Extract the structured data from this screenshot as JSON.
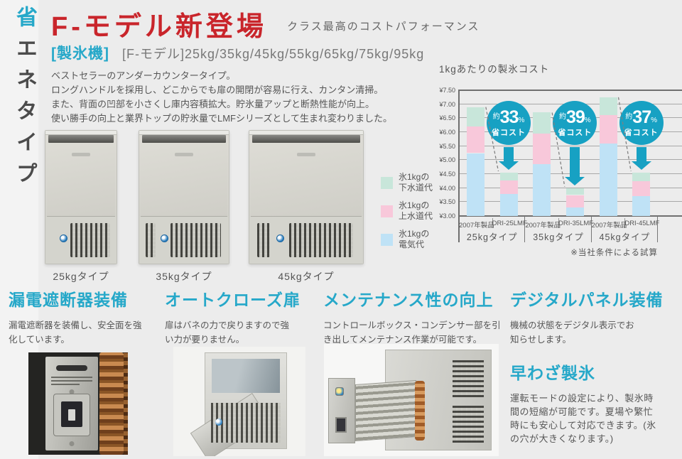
{
  "colors": {
    "page_bg": "#ececec",
    "side_strip": "#f3f3f3",
    "accent_cyan": "#26a8c9",
    "accent_red": "#c9252b",
    "text_dark": "#4b4b4b",
    "text_body": "#555555",
    "text_gray": "#787878",
    "chart_teal": "#17a1c3",
    "bar_blue": "#bfe2f6",
    "bar_pink": "#f8c8da",
    "bar_green": "#c8e6da",
    "gridline": "#a8a8a8",
    "axis_dark": "#6f6f6f"
  },
  "side_label": {
    "accent_char": "省",
    "rest_chars": "エネタイプ"
  },
  "header": {
    "title": "F-モデル新登場",
    "subtitle": "クラス最高のコストパフォーマンス",
    "category": "[製氷機]",
    "models": "[F-モデル]25kg/35kg/45kg/55kg/65kg/75kg/95kg",
    "description_lines": [
      "ベストセラーのアンダーカウンタータイプ。",
      "ロングハンドルを採用し、どこからでも扉の開閉が容易に行え、カンタン清掃。",
      "また、背面の凹部を小さくし庫内容積拡大。貯氷量アップと断熱性能が向上。",
      "使い勝手の向上と業界トップの貯氷量でLMFシリーズとして生まれ変わりました。"
    ]
  },
  "products": [
    {
      "caption": "25kgタイプ"
    },
    {
      "caption": "35kgタイプ"
    },
    {
      "caption": "45kgタイプ"
    }
  ],
  "chart_data": {
    "type": "bar",
    "stacked": true,
    "title": "1kgあたりの製氷コスト",
    "note": "※当社条件による試算",
    "ylim": [
      3.0,
      7.5
    ],
    "ytick_step": 0.5,
    "ytick_labels": [
      "¥7.50",
      "¥7.00",
      "¥6.50",
      "¥6.00",
      "¥5.50",
      "¥5.00",
      "¥4.50",
      "¥4.00",
      "¥3.50",
      "¥3.00"
    ],
    "series_legend": [
      {
        "line1": "氷1kgの",
        "line2": "下水道代",
        "color": "#c8e6da"
      },
      {
        "line1": "氷1kgの",
        "line2": "上水道代",
        "color": "#f8c8da"
      },
      {
        "line1": "氷1kgの",
        "line2": "電気代",
        "color": "#bfe2f6"
      }
    ],
    "groups": [
      {
        "label": "25kgタイプ",
        "badge": {
          "prefix": "約",
          "percent": "33",
          "unit": "%",
          "suffix": "省コスト"
        },
        "bars": [
          {
            "label": "2007年製品",
            "electric": 5.25,
            "water_top": 6.2,
            "total": 6.9
          },
          {
            "label": "DRI-25LMF",
            "electric": 3.8,
            "water_top": 4.28,
            "total": 4.55
          }
        ]
      },
      {
        "label": "35kgタイプ",
        "badge": {
          "prefix": "約",
          "percent": "39",
          "unit": "%",
          "suffix": "省コスト"
        },
        "bars": [
          {
            "label": "2007年製品",
            "electric": 4.85,
            "water_top": 5.95,
            "total": 6.7
          },
          {
            "label": "DRI-35LMF",
            "electric": 3.3,
            "water_top": 3.75,
            "total": 4.0
          }
        ]
      },
      {
        "label": "45kgタイプ",
        "badge": {
          "prefix": "約",
          "percent": "37",
          "unit": "%",
          "suffix": "省コスト"
        },
        "bars": [
          {
            "label": "2007年製品",
            "electric": 5.6,
            "water_top": 6.6,
            "total": 7.25
          },
          {
            "label": "DRI-45LMF",
            "electric": 3.7,
            "water_top": 4.25,
            "total": 4.55
          }
        ]
      }
    ]
  },
  "features": [
    {
      "title": "漏電遮断器装備",
      "body": "漏電遮断器を装備し、安全面を強化しています。"
    },
    {
      "title": "オートクローズ扉",
      "body": "扉はバネの力で戻りますので強い力が要りません。"
    },
    {
      "title": "メンテナンス性の向上",
      "body": "コントロールボックス・コンデンサー部を引き出してメンテナンス作業が可能です。"
    },
    {
      "title": "デジタルパネル装備",
      "body": "機械の状態をデジタル表示でお知らせします。"
    },
    {
      "title": "早わざ製氷",
      "body": "運転モードの設定により、製氷時間の短縮が可能です。夏場や繁忙時にも安心して対応できます。(氷の穴が大きくなります。)"
    }
  ]
}
